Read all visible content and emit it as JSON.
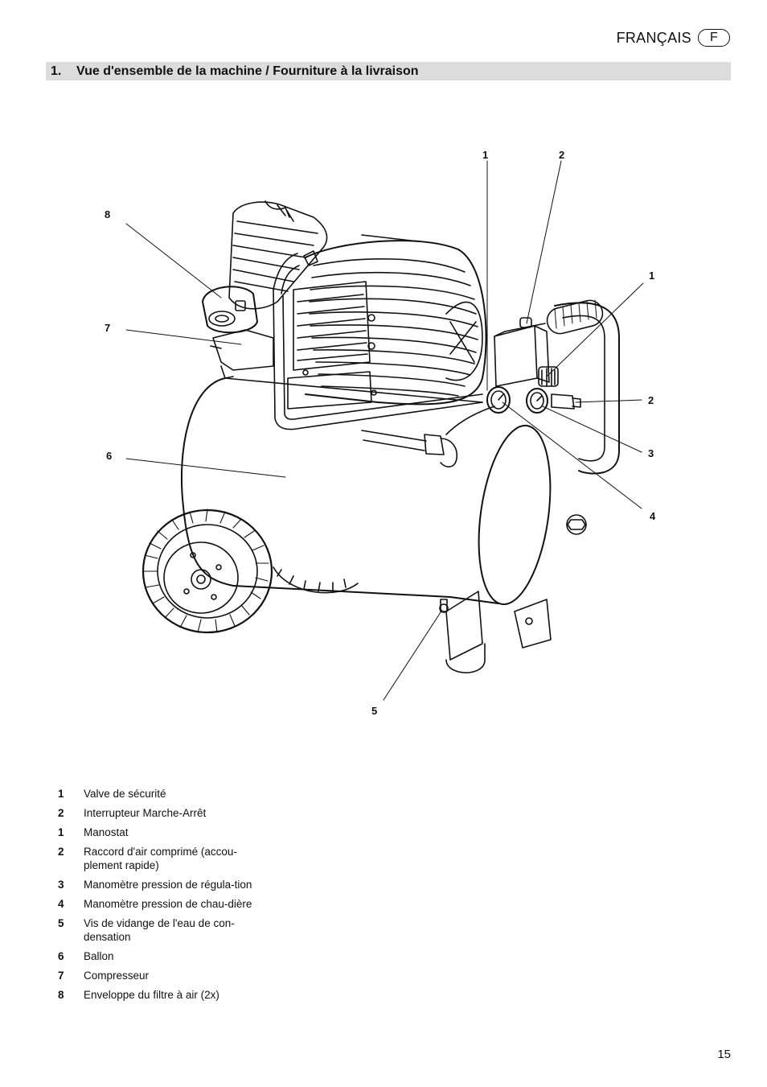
{
  "header": {
    "language": "FRANÇAIS",
    "language_code": "F"
  },
  "section": {
    "number": "1.",
    "title": "Vue d'ensemble de la machine / Fourniture à la livraison"
  },
  "callouts": [
    "1",
    "2",
    "8",
    "1",
    "7",
    "2",
    "6",
    "3",
    "4",
    "5"
  ],
  "legend": [
    {
      "number": "1",
      "text": "Valve de sécurité"
    },
    {
      "number": "2",
      "text": "Interrupteur Marche-Arrêt"
    },
    {
      "number": "1",
      "text": "Manostat"
    },
    {
      "number": "2",
      "text": "Raccord d'air comprimé (accou-plement rapide)"
    },
    {
      "number": "3",
      "text": "Manomètre pression de régula-tion"
    },
    {
      "number": "4",
      "text": "Manomètre pression de chau-dière"
    },
    {
      "number": "5",
      "text": "Vis de vidange de l'eau de con-densation"
    },
    {
      "number": "6",
      "text": "Ballon"
    },
    {
      "number": "7",
      "text": "Compresseur"
    },
    {
      "number": "8",
      "text": "Enveloppe du filtre à air (2x)"
    }
  ],
  "page_number": "15"
}
